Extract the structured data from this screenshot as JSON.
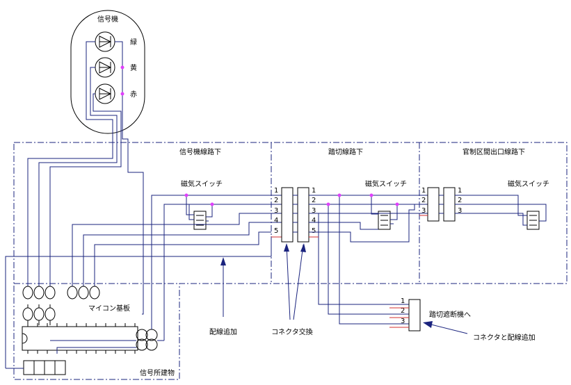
{
  "signal": {
    "title": "信号機",
    "green": "緑",
    "yellow": "黄",
    "red": "赤"
  },
  "areas": {
    "signal_line": "信号機線路下",
    "crossing_line": "踏切線路下",
    "kansei_line": "官制区間出口線路下",
    "building": "信号所建物"
  },
  "labels": {
    "magnetic_switch": "磁気スイッチ",
    "mcu_board": "マイコン基板",
    "to_crossing": "踏切遮断機へ"
  },
  "annotations": {
    "wiring_added": "配線追加",
    "connector_swap": "コネクタ交換",
    "connector_and_wiring": "コネクタと配線追加"
  },
  "pins5": [
    "1",
    "2",
    "3",
    "4",
    "5"
  ],
  "pins3": [
    "1",
    "2",
    "3"
  ]
}
